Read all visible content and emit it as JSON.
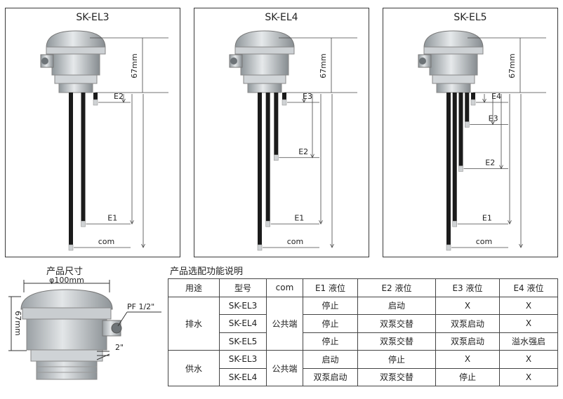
{
  "panels": [
    {
      "model": "SK-EL3",
      "height_label": "67mm",
      "rods": [
        {
          "label": "E2",
          "depth": 0.08
        },
        {
          "label": "E1",
          "depth": 0.85
        },
        {
          "label": "com",
          "depth": 1.0
        }
      ]
    },
    {
      "model": "SK-EL4",
      "height_label": "67mm",
      "rods": [
        {
          "label": "E3",
          "depth": 0.08
        },
        {
          "label": "E2",
          "depth": 0.43
        },
        {
          "label": "E1",
          "depth": 0.85
        },
        {
          "label": "com",
          "depth": 1.0
        }
      ]
    },
    {
      "model": "SK-EL5",
      "height_label": "67mm",
      "rods": [
        {
          "label": "E4",
          "depth": 0.08
        },
        {
          "label": "E3",
          "depth": 0.22
        },
        {
          "label": "E2",
          "depth": 0.5
        },
        {
          "label": "E1",
          "depth": 0.85
        },
        {
          "label": "com",
          "depth": 1.0
        }
      ]
    }
  ],
  "dimensions": {
    "title": "产品尺寸",
    "diameter": "φ100mm",
    "thread": "PF 1/2\"",
    "base": "2\"",
    "height": "67mm"
  },
  "table": {
    "title": "产品选配功能说明",
    "headers": [
      "用途",
      "型号",
      "com",
      "E1 液位",
      "E2 液位",
      "E3 液位",
      "E4 液位"
    ],
    "groups": [
      {
        "use": "排水",
        "com": "公共端",
        "rows": [
          [
            "SK-EL3",
            "停止",
            "启动",
            "X",
            "X"
          ],
          [
            "SK-EL4",
            "停止",
            "双泵交替",
            "双泵启动",
            "X"
          ],
          [
            "SK-EL5",
            "停止",
            "双泵交替",
            "双泵启动",
            "溢水强启"
          ]
        ]
      },
      {
        "use": "供水",
        "com": "公共端",
        "rows": [
          [
            "SK-EL3",
            "启动",
            "停止",
            "X",
            "X"
          ],
          [
            "SK-EL4",
            "双泵启动",
            "双泵交替",
            "停止",
            "X"
          ]
        ]
      }
    ]
  }
}
